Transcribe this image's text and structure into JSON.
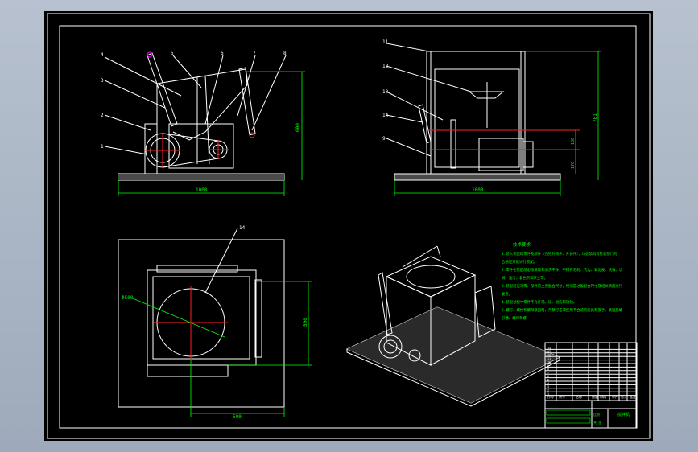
{
  "drawing": {
    "balloons": {
      "front": [
        "4",
        "3",
        "2",
        "1",
        "5",
        "6",
        "7",
        "8"
      ],
      "side": [
        "11",
        "12",
        "10",
        "14",
        "9"
      ],
      "top": [
        "14"
      ]
    },
    "dimensions": {
      "front_width": "1000",
      "front_height": "600",
      "side_width": "1000",
      "side_height": "781",
      "side_sub1": "130",
      "side_sub2": "170",
      "top_height": "500",
      "top_width": "500",
      "top_diameter": "Φ500"
    }
  },
  "notes": {
    "title": "技术要求",
    "lines": [
      "1.装入装配的零件及部件（包括外购件、外协件），均必须具有检验部门的",
      "合格证方能进行装配。",
      "2.零件在装配前必须清理和清洗干净，不得有毛刺、飞边、氧化皮、锈蚀、切",
      "屑、油污、着色剂和灰尘等。",
      "3.装配前应对零、部件的主要配合尺寸，特别是过盈配合尺寸及相关精度进行",
      "复查。",
      "4.装配过程中零件不允许磕、碰、划伤和锈蚀。",
      "5.螺钉、螺栓和螺母紧固时，严禁打击或使用不合适的旋具和扳手。紧固后螺",
      "钉槽、螺母和螺"
    ]
  },
  "title_block": {
    "bom_row_labels": [
      "14",
      "13",
      "12",
      "11",
      "10",
      "9",
      "8",
      "7",
      "6",
      "5",
      "4",
      "3",
      "2",
      "1"
    ],
    "header_cells": [
      "序号",
      "代号",
      "名称",
      "数量",
      "材料",
      "单件",
      "总计",
      "备注"
    ],
    "drawing_name": "搅拌机",
    "scale_label": "比例",
    "sheet_label": "共 张"
  }
}
